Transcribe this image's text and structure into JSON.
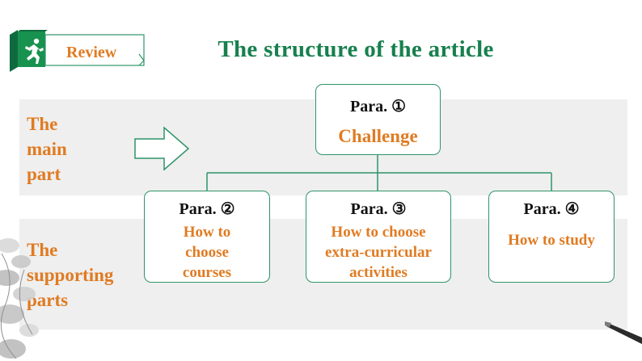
{
  "header": {
    "review_label": "Review",
    "title": "The structure of the article"
  },
  "sections": {
    "main": [
      "The",
      "main",
      "part"
    ],
    "supporting": [
      "The",
      "supporting",
      "parts"
    ]
  },
  "nodes": [
    {
      "para": "Para. ①",
      "desc": [
        "Challenge"
      ]
    },
    {
      "para": "Para. ②",
      "desc": [
        "How to",
        "choose",
        "courses"
      ]
    },
    {
      "para": "Para. ③",
      "desc": [
        "How to choose",
        "extra-curricular",
        "activities"
      ]
    },
    {
      "para": "Para. ④",
      "desc": [
        "How to study"
      ]
    }
  ],
  "colors": {
    "accent_orange": "#e07b22",
    "title_green": "#17804e",
    "box_border": "#2e9468",
    "band_gray": "#efefef"
  },
  "icons": {
    "badge": "runner-icon",
    "arrow": "right-arrow-icon"
  }
}
